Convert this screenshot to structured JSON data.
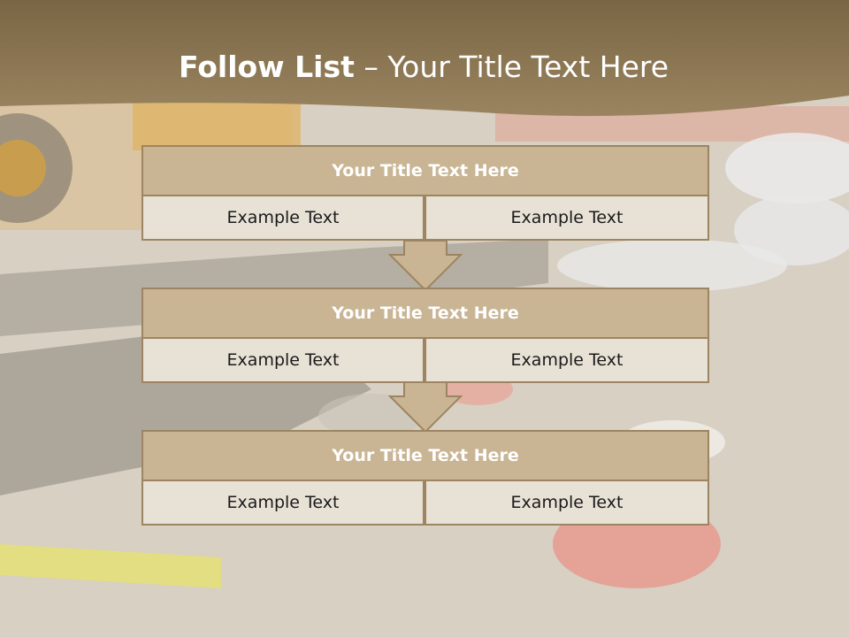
{
  "slide": {
    "title_bold": "Follow List",
    "title_rest": " – Your Title Text Here"
  },
  "steps": [
    {
      "title": "Your Title Text Here",
      "left": "Example Text",
      "right": "Example Text"
    },
    {
      "title": "Your Title Text Here",
      "left": "Example Text",
      "right": "Example Text"
    },
    {
      "title": "Your Title Text Here",
      "left": "Example Text",
      "right": "Example Text"
    }
  ],
  "colors": {
    "header": "#8a7450",
    "box_head": "#c9b594",
    "box_border": "#9c8560",
    "cell_fill": "#e8e1d6",
    "arrow_fill": "#c9b594"
  }
}
